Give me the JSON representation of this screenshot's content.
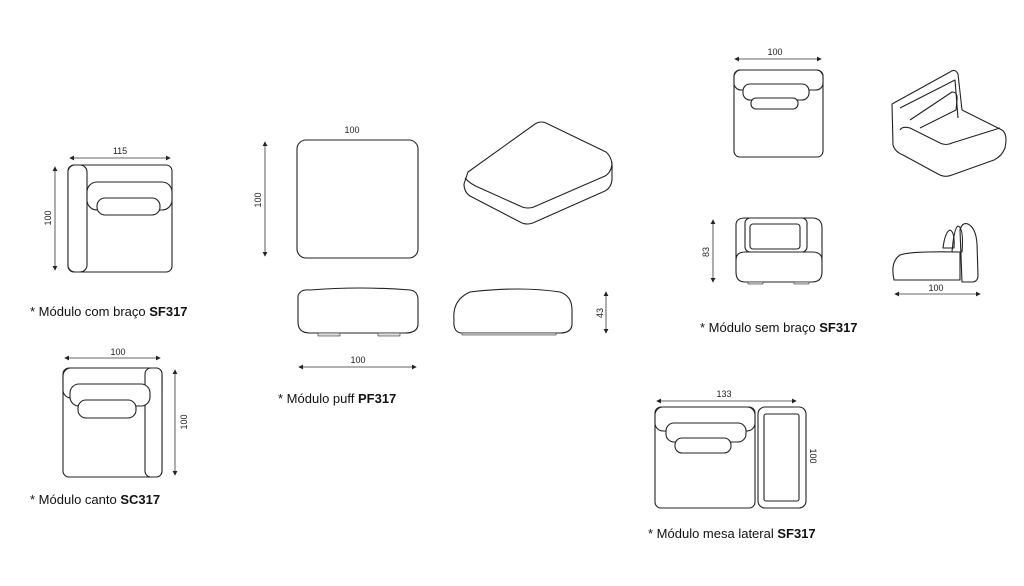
{
  "modules": [
    {
      "prefix": "* Módulo com braço ",
      "code": "SF317",
      "dims": {
        "width": "115",
        "depth": "100"
      }
    },
    {
      "prefix": "* Módulo canto ",
      "code": "SC317",
      "dims": {
        "width": "100",
        "depth": "100"
      }
    },
    {
      "prefix": "* Módulo puff ",
      "code": "PF317",
      "dims": {
        "top_width": "100",
        "top_depth": "100",
        "front_width": "100",
        "height": "43"
      }
    },
    {
      "prefix": "* Módulo sem braço ",
      "code": "SF317",
      "dims": {
        "width": "100",
        "height": "83",
        "side_depth": "100"
      }
    },
    {
      "prefix": "* Módulo mesa lateral ",
      "code": "SF317",
      "dims": {
        "width": "133",
        "depth": "100"
      }
    }
  ]
}
